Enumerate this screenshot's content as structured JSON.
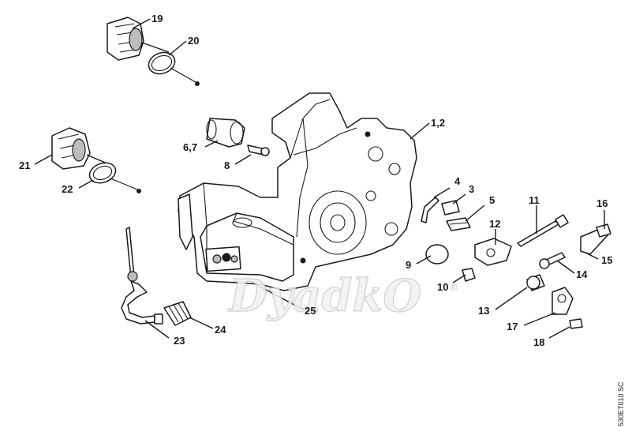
{
  "diagram": {
    "part_labels": {
      "l1_2": "1,2",
      "l3": "3",
      "l4": "4",
      "l5": "5",
      "l6_7": "6,7",
      "l8": "8",
      "l9": "9",
      "l10": "10",
      "l11": "11",
      "l12": "12",
      "l13": "13",
      "l14": "14",
      "l15": "15",
      "l16": "16",
      "l17": "17",
      "l18": "18",
      "l19": "19",
      "l20": "20",
      "l21": "21",
      "l22": "22",
      "l23": "23",
      "l24": "24",
      "l25": "25"
    },
    "watermark": "DyadkO",
    "watermark_mark": "®",
    "reference_code": "530ET010 SC"
  }
}
